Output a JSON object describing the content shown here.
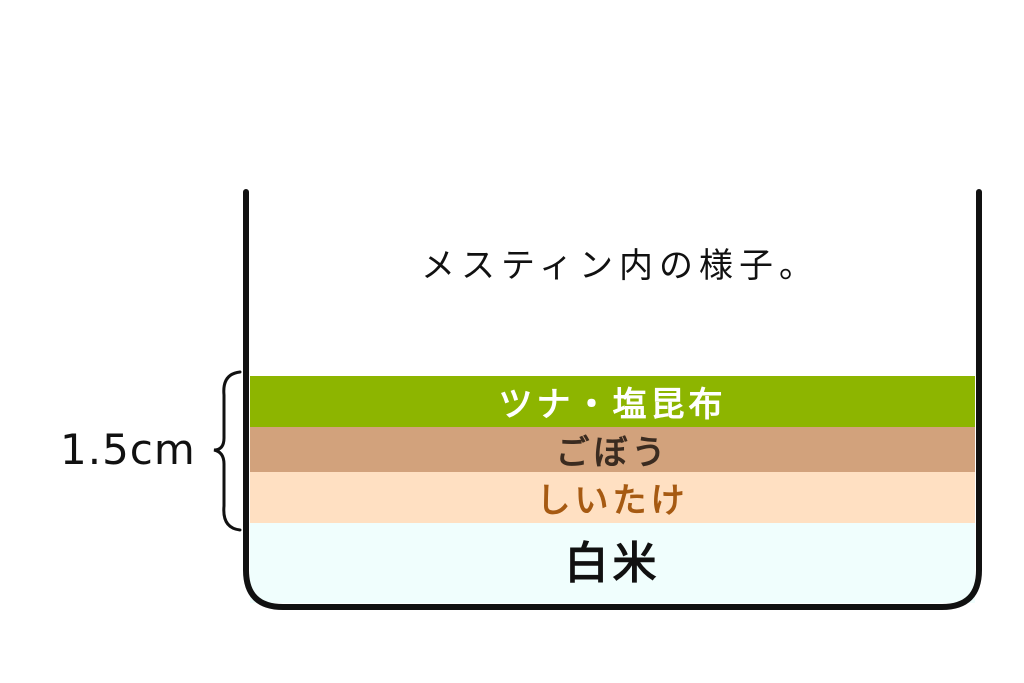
{
  "caption": "メスティン内の様子。",
  "layers": {
    "top": {
      "label": "ツナ・塩昆布",
      "color": "#8db500"
    },
    "second": {
      "label": "ごぼう",
      "color": "#d2a27c"
    },
    "third": {
      "label": "しいたけ",
      "color": "#ffe0c2"
    },
    "bottom": {
      "label": "白米",
      "color": "#f0fefd"
    }
  },
  "measurement": {
    "label": "1.5cm"
  }
}
